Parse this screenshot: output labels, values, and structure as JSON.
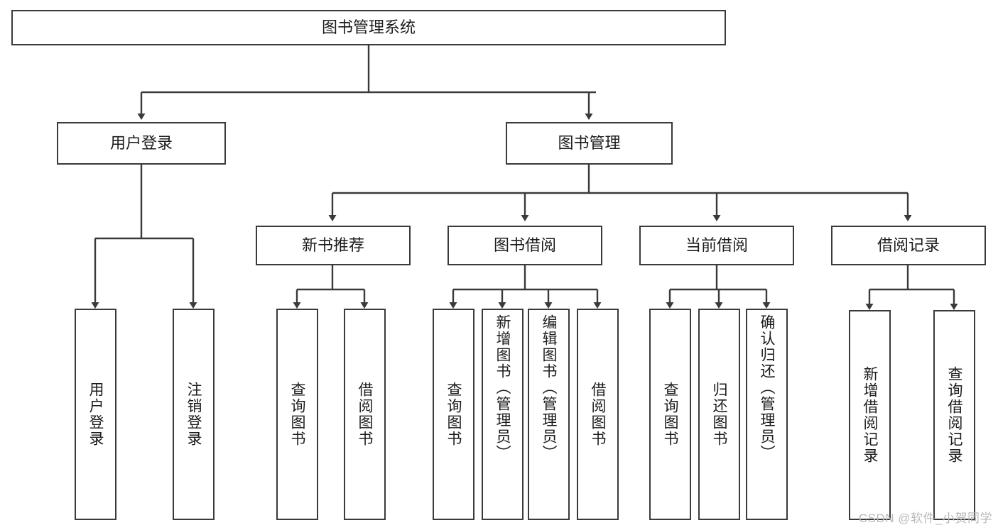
{
  "diagram": {
    "title": "图书管理系统",
    "type": "tree-hierarchy-diagram",
    "root": {
      "label": "图书管理系统"
    },
    "level2": [
      {
        "label": "用户登录"
      },
      {
        "label": "图书管理"
      }
    ],
    "level3": [
      {
        "label": "新书推荐"
      },
      {
        "label": "图书借阅"
      },
      {
        "label": "当前借阅"
      },
      {
        "label": "借阅记录"
      }
    ],
    "leaves": {
      "user_login": [
        {
          "label": "用户登录"
        },
        {
          "label": "注销登录"
        }
      ],
      "new_book_recommend": [
        {
          "label": "查询图书"
        },
        {
          "label": "借阅图书"
        }
      ],
      "book_borrow": [
        {
          "label": "查询图书"
        },
        {
          "label": "新增图书（管理员）"
        },
        {
          "label": "编辑图书（管理员）"
        },
        {
          "label": "借阅图书"
        }
      ],
      "current_borrow": [
        {
          "label": "查询图书"
        },
        {
          "label": "归还图书"
        },
        {
          "label": "确认归还（管理员）"
        }
      ],
      "borrow_record": [
        {
          "label": "新增借阅记录"
        },
        {
          "label": "查询借阅记录"
        }
      ]
    }
  },
  "watermark": {
    "text": "CSDN @软件_小贺同学"
  },
  "colors": {
    "stroke": "#3a3a3a",
    "background": "#ffffff",
    "text": "#1b1b1b",
    "watermark": "#b9b9b9"
  }
}
